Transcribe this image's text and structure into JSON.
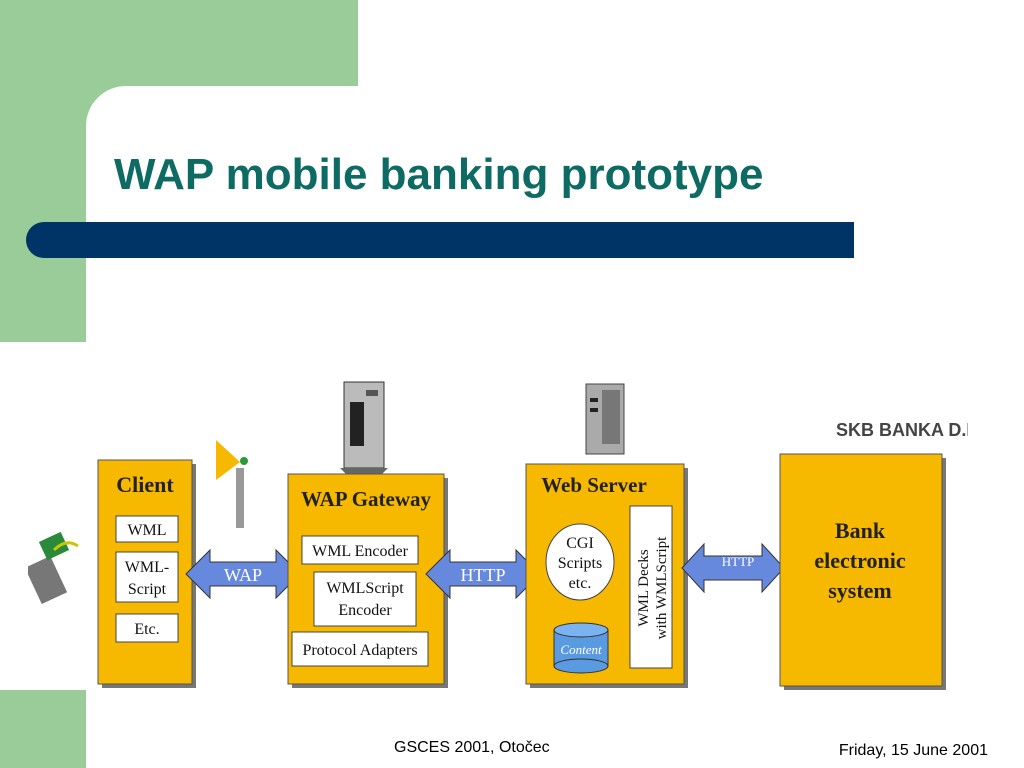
{
  "slide": {
    "title": "WAP mobile banking prototype",
    "footer_center": "GSCES 2001, Otočec",
    "footer_right": "Friday, 15 June 2001"
  },
  "diagram": {
    "client": {
      "title": "Client",
      "items": [
        "WML",
        "WML-",
        "Script",
        "Etc."
      ]
    },
    "gateway": {
      "title": "WAP Gateway",
      "items": [
        "WML Encoder",
        "WMLScript",
        "Encoder",
        "Protocol Adapters"
      ]
    },
    "webserver": {
      "title": "Web Server",
      "cgi": [
        "CGI",
        "Scripts",
        "etc."
      ],
      "content": "Content",
      "decks": [
        "WML Decks",
        "with WMLScript"
      ]
    },
    "bank": {
      "lines": [
        "Bank",
        "electronic",
        "system"
      ]
    },
    "logo": "SKB BANKA D.D.",
    "arrows": [
      "WAP",
      "HTTP",
      "HTTP"
    ]
  },
  "colors": {
    "title": "#0e6b63",
    "bar": "#003366",
    "green": "#99cc99",
    "box": "#f7b800",
    "arrow": "#6688dd"
  }
}
